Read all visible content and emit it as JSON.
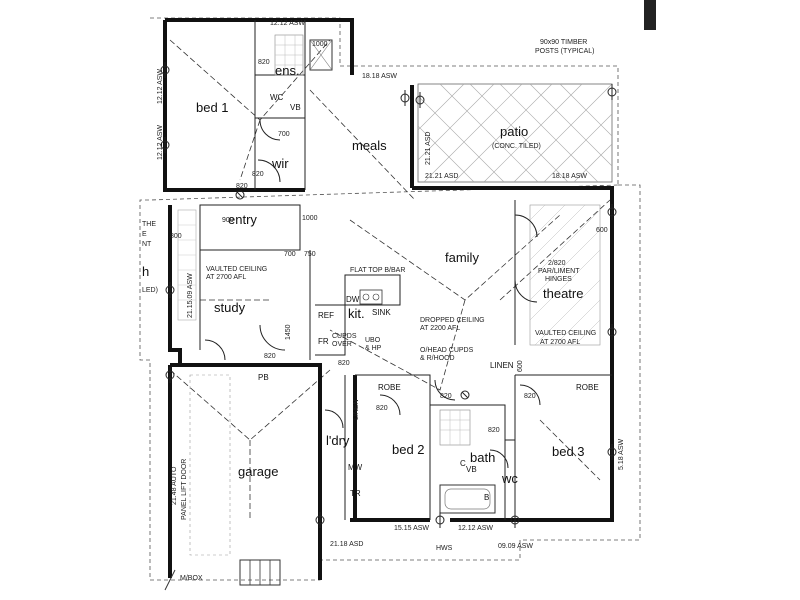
{
  "rooms": {
    "bed1": "bed 1",
    "ens": "ens.",
    "wir": "wir",
    "meals": "meals",
    "patio": "patio",
    "patio_note": "(CONC. TILED)",
    "entry": "entry",
    "family": "family",
    "theatre": "theatre",
    "study": "study",
    "kit": "kit.",
    "garage": "garage",
    "bed2": "bed 2",
    "bath": "bath",
    "bed3": "bed 3",
    "ldry": "l'dry",
    "wc": "wc"
  },
  "notes": {
    "timber_posts_1": "90x90 TIMBER",
    "timber_posts_2": "POSTS (TYPICAL)",
    "study_ceiling_1": "VAULTED CEILING",
    "study_ceiling_2": "AT 2700 AFL",
    "theatre_ceiling_1": "VAULTED CEILING",
    "theatre_ceiling_2": "AT 2700 AFL",
    "theatre_door_1": "2/820",
    "theatre_door_2": "PAR/LIMENT",
    "theatre_door_3": "HINGES",
    "bar": "FLAT TOP B/BAR",
    "dropped_ceiling_1": "DROPPED CEILING",
    "dropped_ceiling_2": "AT 2200 AFL",
    "overhead_1": "O/HEAD CUPDS",
    "overhead_2": "& R/HOOD",
    "cupds_1": "CUPDS",
    "cupds_2": "OVER",
    "ubo_1": "UBO",
    "ubo_2": "& HP",
    "garage_door_1": "21.48 AUTO",
    "garage_door_2": "PANEL LIFT DOOR",
    "msb": "M/BOX",
    "hws": "HWS",
    "side_the": "THE",
    "side_e": "E",
    "side_nt": "NT",
    "side_h": "h",
    "side_led": "LED)"
  },
  "asw_labels": {
    "top_bed1": "12.12 ASW",
    "meals_top": "18.18 ASW",
    "patio_mid": "21.21 ASD",
    "patio_v": "21.21 ASD",
    "patio_right": "18.18 ASW",
    "left_bed1_a": "12.12 ASW",
    "left_bed1_b": "12.12 ASW",
    "left_entry": "21.15.09 ASW",
    "right_bed3": "5.18 ASW",
    "bottom_ldry": "21.18 ASD",
    "bottom_bed2": "15.15 ASW",
    "bottom_bath": "12.12 ASW",
    "bottom_bed3": "09.09 ASW"
  },
  "door_sizes": {
    "ens_door": "820",
    "ens_w": "1000",
    "wir_w": "700",
    "wir_door": "820",
    "bed1_door": "820",
    "entry_a": "900",
    "entry_b": "1000",
    "side_door": "800",
    "entry_c": "700",
    "entry_d": "750",
    "study_w": "1450",
    "garage_door": "820",
    "ldry_door": "820",
    "bed2_door": "820",
    "bath_door": "820",
    "bed3_door": "820",
    "wc_door": "820",
    "theatre_w": "600",
    "theatre_w2": "600"
  },
  "fixtures": {
    "wc": "WC",
    "vb": "VB",
    "sink": "SINK",
    "dw": "DW",
    "ref": "REF",
    "fr": "FR",
    "linen": "LINEN",
    "linen2": "LINEN",
    "robe": "ROBE",
    "robe2": "ROBE",
    "mw": "MW",
    "tr": "TR",
    "b": "B",
    "cu": "C",
    "vb2": "VB",
    "pb": "PB"
  }
}
